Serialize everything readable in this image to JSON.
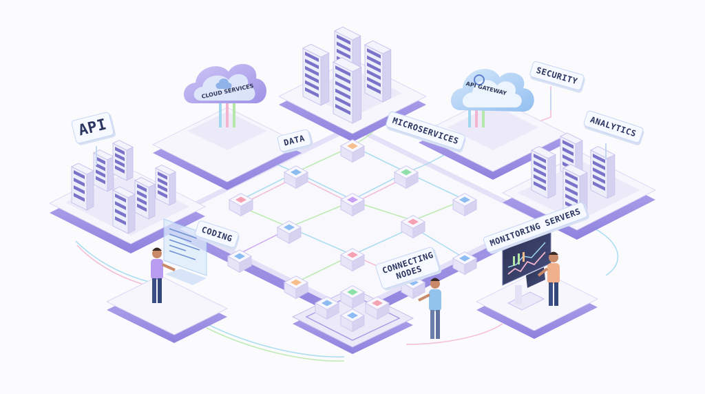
{
  "labels": {
    "api": "API",
    "cloud_services": "CLOUD SERVICES",
    "data": "DATA",
    "microservices": "MICROSERVICES",
    "api_gateway": "API GATEWAY",
    "security": "SECURITY",
    "analytics": "ANALYTICS",
    "coding": "CODING",
    "monitoring_servers": "MONITORING SERVERS",
    "connecting_nodes": "CONNECTING NODES"
  },
  "colors": {
    "platform_top": "#f7f7fd",
    "platform_side": "#a89ce6",
    "server_body": "#eceefa",
    "server_dark": "#7b73c9",
    "cloud": "#b3a7ee",
    "cloud_blue": "#9ec7f2",
    "node_pink": "#f5a3b4",
    "node_blue": "#8cbcf2",
    "node_green": "#8ee0a8",
    "node_orange": "#f7be8c",
    "node_purple": "#c7a2f3",
    "wire_cyan": "#9fd8ee",
    "wire_pink": "#f3b4cf",
    "wire_green": "#b5e8a8"
  }
}
